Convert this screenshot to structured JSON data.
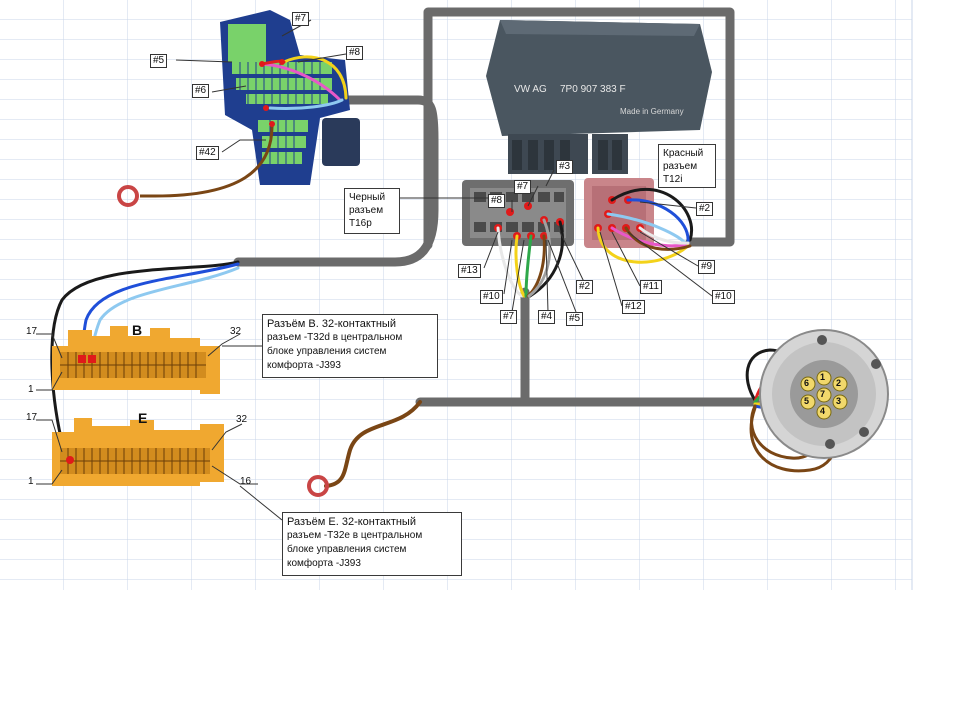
{
  "colors": {
    "harness": "#6b6b6b",
    "fusebox": "#1f3e8f",
    "fuse_green": "#79d26a",
    "module_grey": "#4a5660",
    "black_connector": "#6e6e6e",
    "red_connector": "#c9858a",
    "orange_connector": "#f0a830",
    "socket": "#bfbfbf",
    "wire_black": "#1a1a1a",
    "wire_blue": "#1f4fd9",
    "wire_lightblue": "#8ec9f0",
    "wire_brown": "#7a4615",
    "wire_yellow": "#f3d21a",
    "wire_green": "#2ea84a",
    "wire_red": "#e02020",
    "wire_white": "#e8e8e8",
    "wire_pink": "#e858c8",
    "wire_grey": "#a0a0a0",
    "pin_red": "#e01a1a",
    "grid": "#c9d6e8"
  },
  "fusebox": {
    "tags": {
      "t7": "#7",
      "t5": "#5",
      "t8": "#8",
      "t6": "#6",
      "t42": "#42"
    }
  },
  "module": {
    "brand": "VW AG",
    "part_number": "7P0 907 383 F",
    "made_in": "Made in Germany"
  },
  "black_connector": {
    "label_lines": [
      "Черный",
      "разъем",
      "Т16р"
    ],
    "tags": {
      "t3": "#3",
      "t7": "#7",
      "t8": "#8",
      "t13": "#13",
      "t10": "#10",
      "t2": "#2",
      "t4": "#4",
      "t5": "#5",
      "t7b": "#7"
    }
  },
  "red_connector": {
    "label_lines": [
      "Красный",
      "разъем",
      "Т12i"
    ],
    "tags": {
      "t2": "#2",
      "t9": "#9",
      "t11": "#11",
      "t12": "#12",
      "t10": "#10"
    }
  },
  "connector_b": {
    "letter": "B",
    "pin_top_left": "17",
    "pin_top_right": "32",
    "pin_bottom_left": "1",
    "callout_title": "Разъём B. 32-контактный",
    "callout_rest": [
      "разъем -Т32d  в центральном",
      "блоке управления систем",
      "комфорта -J393"
    ]
  },
  "connector_e": {
    "letter": "E",
    "pin_top_left": "17",
    "pin_top_right": "32",
    "pin_bottom_left": "1",
    "pin_bottom_right": "16",
    "callout_title": "Разъём Е. 32-контактный",
    "callout_rest": [
      "разъем -Т32е  в центральном",
      "блоке управления систем",
      "комфорта -J393"
    ]
  },
  "socket": {
    "pins": [
      "1",
      "2",
      "3",
      "4",
      "5",
      "6",
      "7"
    ]
  }
}
